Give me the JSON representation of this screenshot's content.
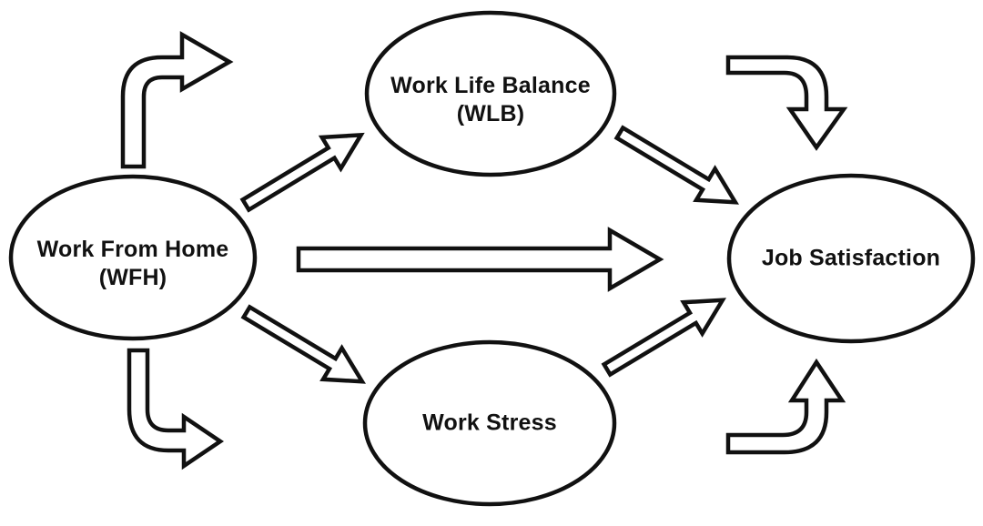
{
  "diagram": {
    "colors": {
      "background": "#ffffff",
      "line": "#111111",
      "text": "#111111"
    },
    "nodes": {
      "wfh": {
        "line1": "Work From Home",
        "line2": "(WFH)"
      },
      "wlb": {
        "line1": "Work Life Balance",
        "line2": "(WLB)"
      },
      "stress": {
        "line1": "Work Stress"
      },
      "satisfaction": {
        "line1": "Job Satisfaction"
      }
    },
    "edges": [
      {
        "from": "wfh",
        "to": "wlb",
        "style": "outlined-arrow"
      },
      {
        "from": "wfh",
        "to": "satisfaction",
        "style": "outlined-arrow-thick"
      },
      {
        "from": "wfh",
        "to": "stress",
        "style": "outlined-arrow"
      },
      {
        "from": "wlb",
        "to": "satisfaction",
        "style": "outlined-arrow"
      },
      {
        "from": "stress",
        "to": "satisfaction",
        "style": "outlined-arrow"
      }
    ],
    "decorative_arrows": [
      {
        "position": "top-left",
        "direction": "up-then-right"
      },
      {
        "position": "bottom-left",
        "direction": "down-then-right"
      },
      {
        "position": "top-right",
        "direction": "right-then-down"
      },
      {
        "position": "bottom-right",
        "direction": "right-then-up"
      }
    ]
  }
}
